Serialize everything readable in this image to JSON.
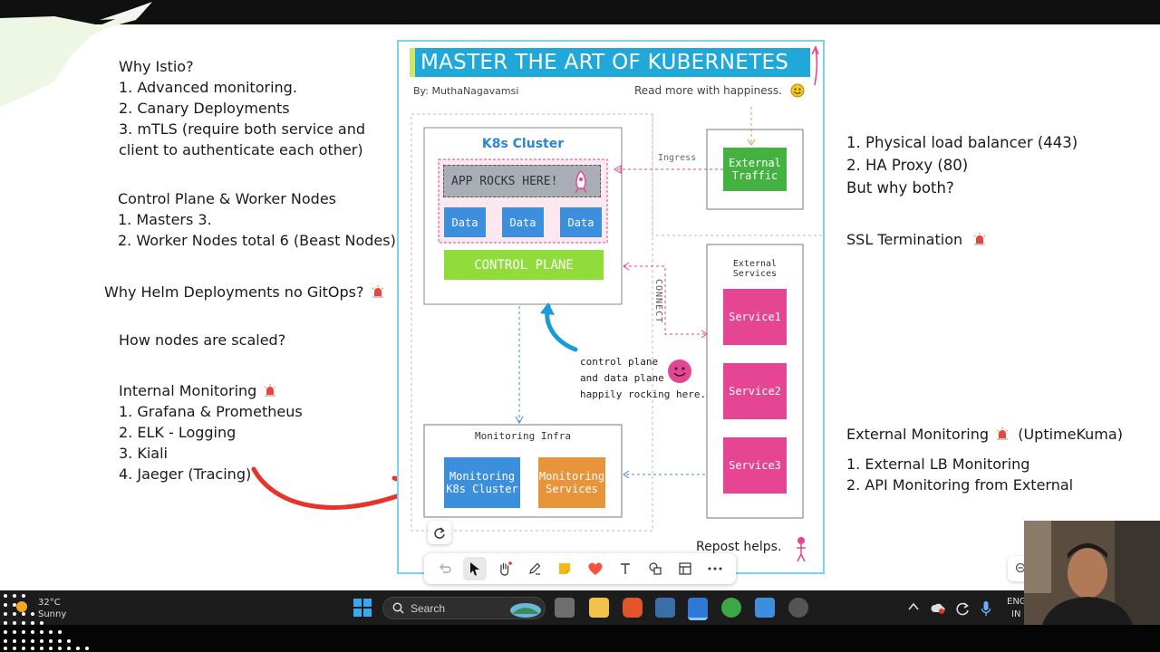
{
  "notes_left": {
    "istio": {
      "title": "Why Istio?",
      "items": [
        "1. Advanced monitoring.",
        "2. Canary Deployments",
        "3. mTLS (require both service and",
        "client to authenticate each other)"
      ]
    },
    "nodes": {
      "title": "Control Plane & Worker Nodes",
      "items": [
        "1. Masters 3.",
        "2. Worker Nodes total 6 (Beast Nodes)"
      ]
    },
    "helm": "Why Helm Deployments no GitOps?",
    "scaled": "How nodes are scaled?",
    "internal": {
      "title": "Internal Monitoring",
      "items": [
        "1. Grafana & Prometheus",
        "2. ELK - Logging",
        "3. Kiali",
        "4. Jaeger (Tracing)"
      ]
    }
  },
  "notes_right": {
    "lb": [
      "1. Physical load balancer (443)",
      "2. HA Proxy (80)",
      "But why both?"
    ],
    "ssl": "SSL Termination",
    "external": {
      "title": "External Monitoring",
      "suffix": "(UptimeKuma)",
      "items": [
        "1. External LB Monitoring",
        "2. API Monitoring from External"
      ]
    }
  },
  "poster": {
    "title": "MASTER THE ART OF KUBERNETES",
    "author": "By: MuthaNagavamsi",
    "tagline": "Read more with happiness.",
    "cluster_title": "K8s Cluster",
    "app_label": "APP ROCKS HERE!",
    "data_label": "Data",
    "control_plane": "CONTROL PLANE",
    "ingress": "Ingress",
    "external_traffic": [
      "External",
      "Traffic"
    ],
    "external_services": [
      "External",
      "Services"
    ],
    "services": [
      "Service1",
      "Service2",
      "Service3"
    ],
    "connect": "CONNECT",
    "caption": [
      "control plane",
      "and data plane",
      "happily rocking here."
    ],
    "monitoring_infra": "Monitoring Infra",
    "mon_k8s": [
      "Monitoring",
      "K8s Cluster"
    ],
    "mon_services": [
      "Monitoring",
      "Services"
    ],
    "repost": "Repost helps."
  },
  "taskbar": {
    "search_placeholder": "Search",
    "weather_temp": "32°C",
    "weather_desc": "Sunny",
    "lang_1": "ENG",
    "lang_2": "IN"
  },
  "colors": {
    "banner": "#20a8d8",
    "green": "#44b241",
    "blue": "#3b8fdc",
    "pink": "#e54592",
    "orange": "#e8943a",
    "lime": "#8fdc3a"
  }
}
